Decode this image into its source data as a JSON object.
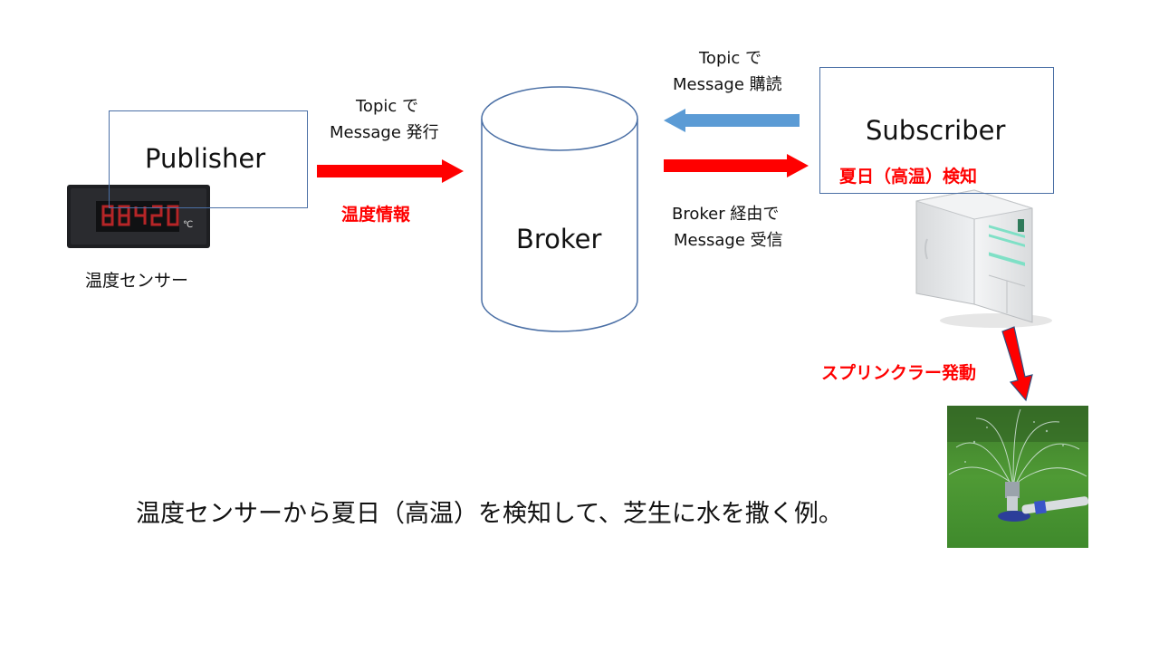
{
  "publisher": {
    "label": "Publisher",
    "publish_line1": "Topic で",
    "publish_line2": "Message 発行",
    "data_label": "温度情報",
    "device_label": "温度センサー",
    "sensor_unit": "℃"
  },
  "broker": {
    "label": "Broker"
  },
  "subscriber": {
    "label": "Subscriber",
    "detect_label": "夏日（高温）検知",
    "subscribe_line1": "Topic で",
    "subscribe_line2": "Message 購読",
    "receive_line1": "Broker 経由で",
    "receive_line2": "Message 受信"
  },
  "action": {
    "label": "スプリンクラー発動"
  },
  "caption": "温度センサーから夏日（高温）を検知して、芝生に水を撒く例。",
  "colors": {
    "red_arrow": "#ff0000",
    "blue_arrow": "#5b9bd5",
    "box_border": "#4a6fa5"
  }
}
